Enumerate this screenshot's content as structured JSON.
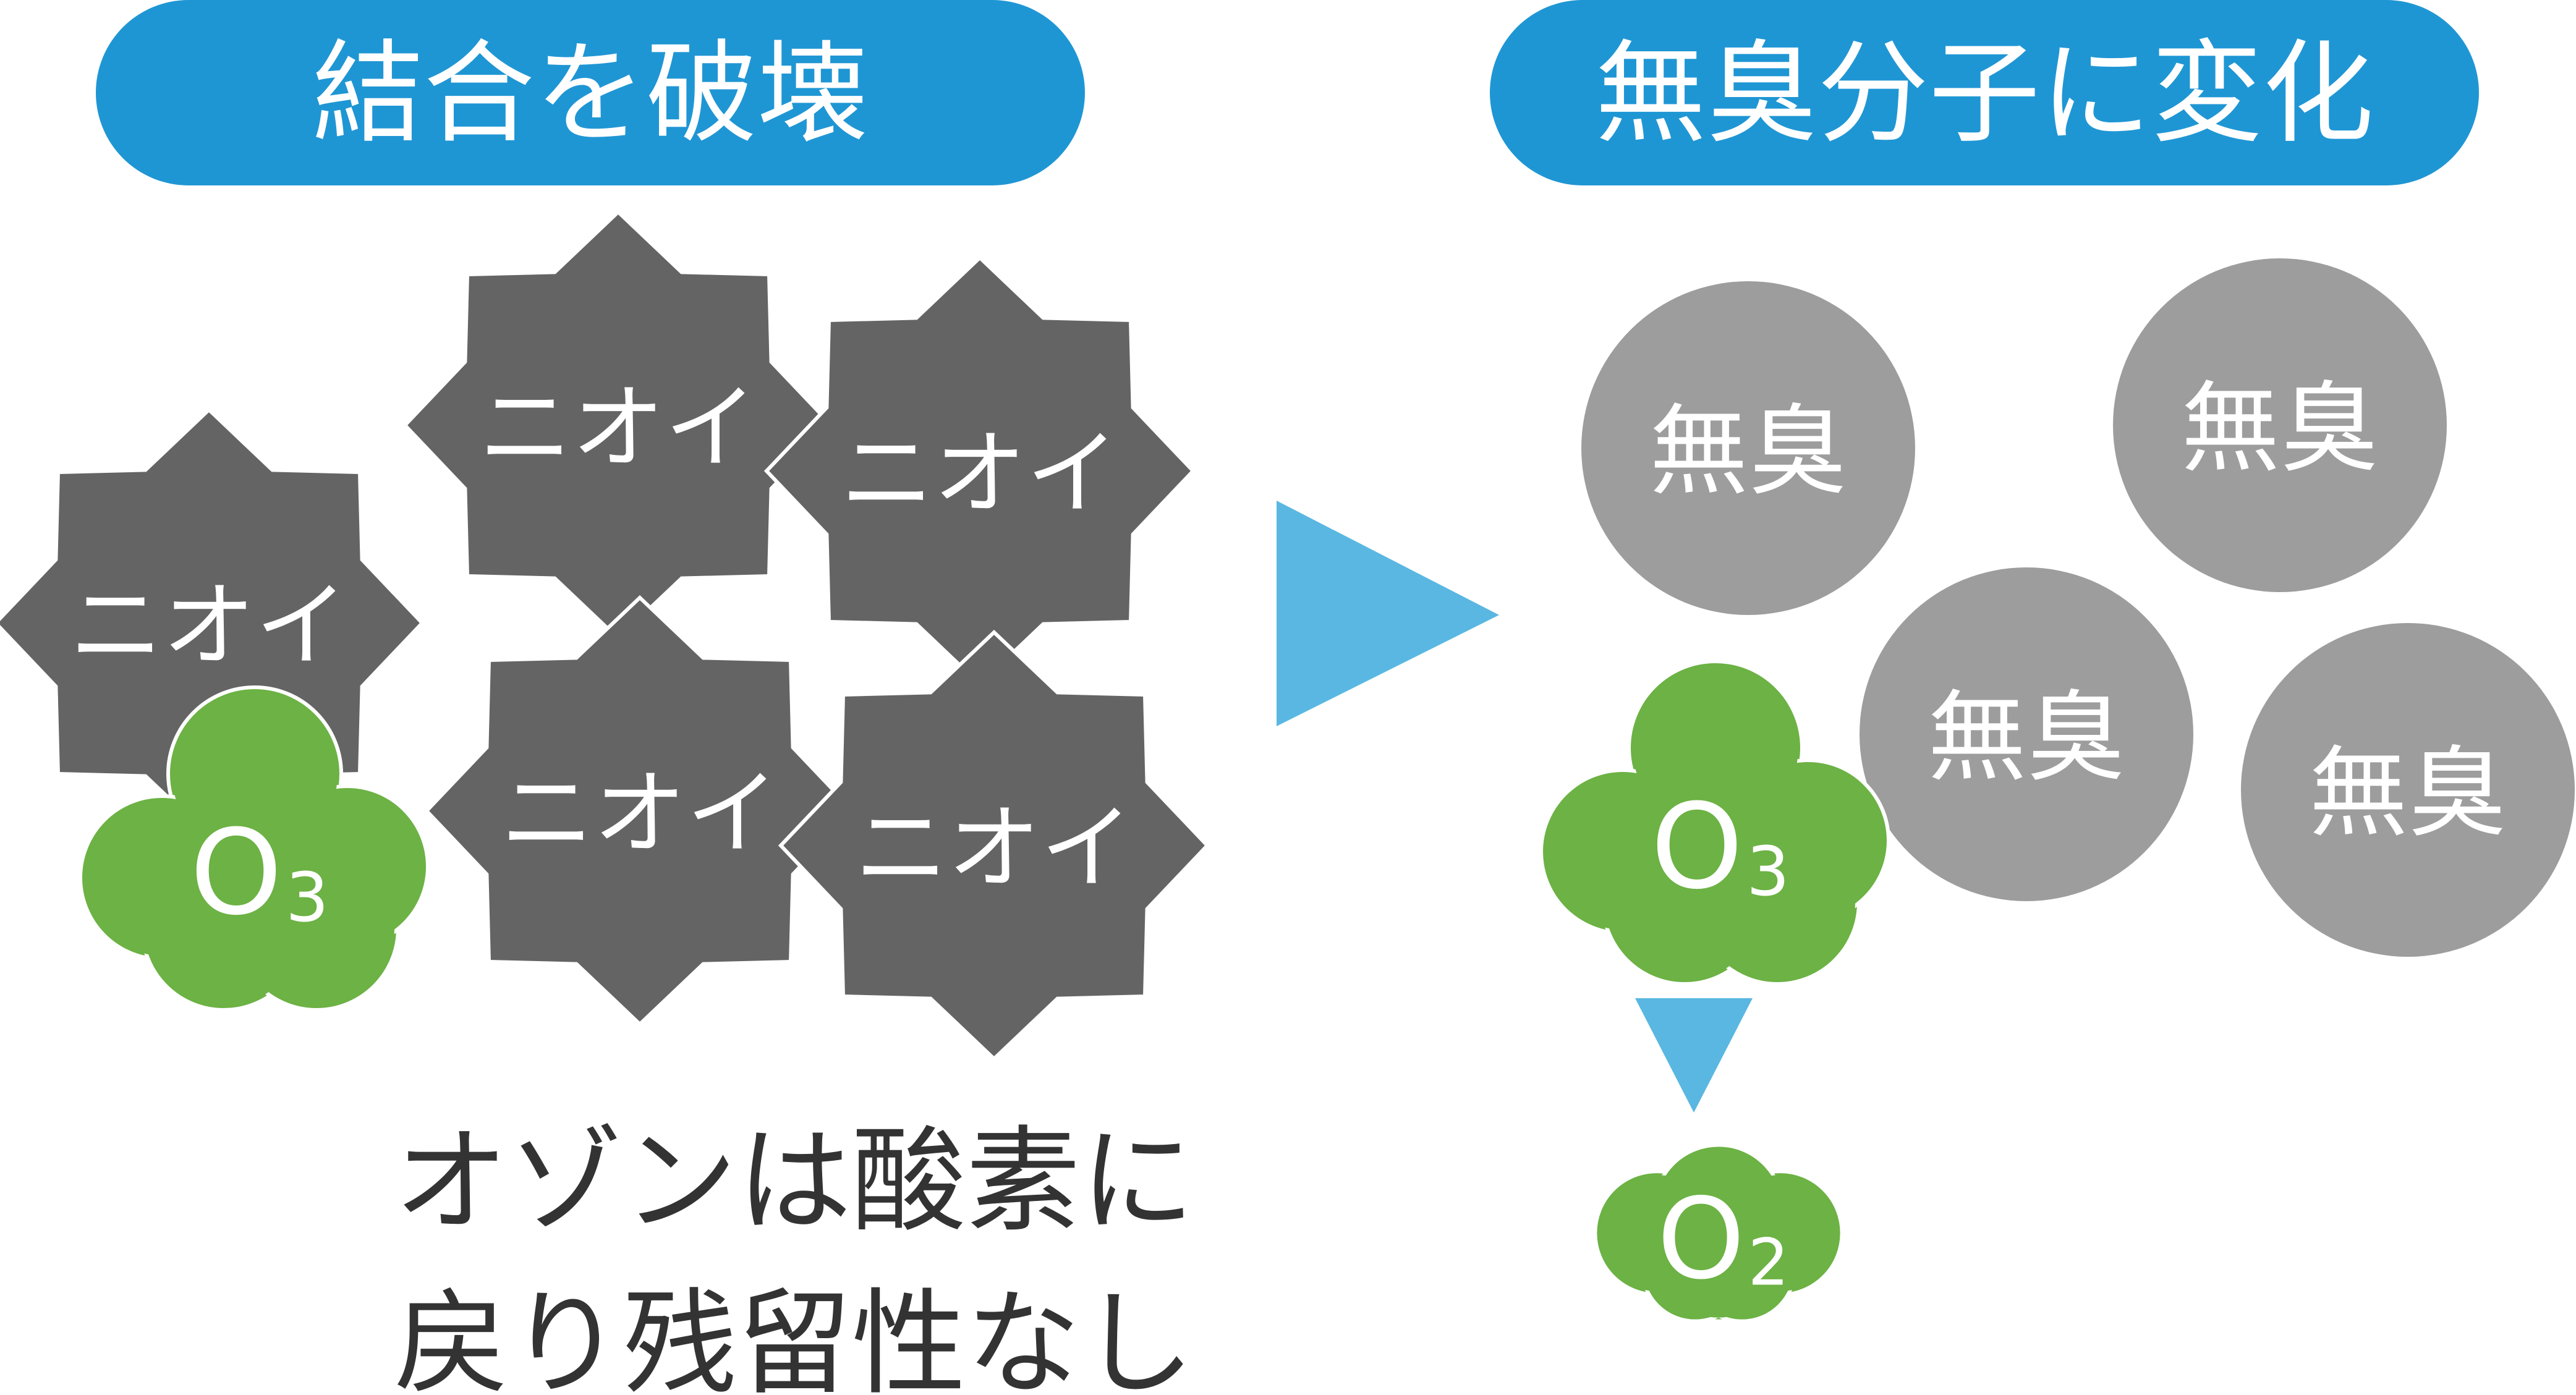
{
  "headers": {
    "left": "結合を破壊",
    "right": "無臭分子に変化"
  },
  "odor_label": "ニオイ",
  "odorless_label": "無臭",
  "molecules": {
    "ozone": {
      "letter": "O",
      "sub": "3"
    },
    "oxygen": {
      "letter": "O",
      "sub": "2"
    }
  },
  "caption": {
    "line1": "オゾンは酸素に",
    "line2": "戻り残留性なし"
  },
  "colors": {
    "header_bg": "#1f96d4",
    "header_text": "#ffffff",
    "odor_fill": "#646464",
    "odorless_fill": "#9d9d9d",
    "molecule_fill": "#6cb244",
    "arrow_fill": "#5ab7e1",
    "caption_text": "#333333"
  }
}
